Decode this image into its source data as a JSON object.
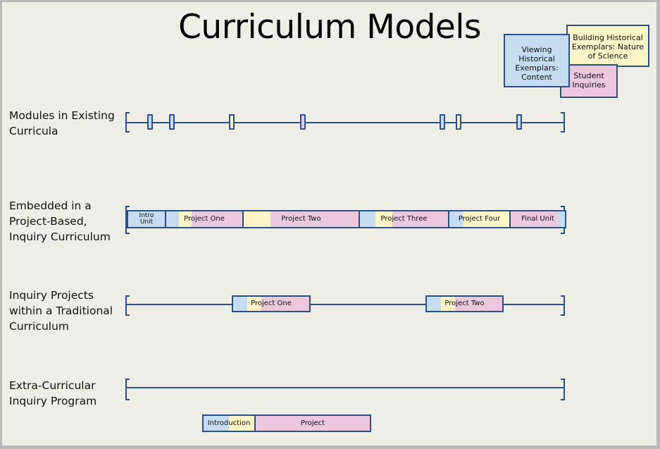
{
  "title": "Curriculum Models",
  "colors": {
    "line": "#2b4f86",
    "content_blue": "#c6dcf0",
    "nature_yellow": "#fdf4c8",
    "inquiry_pink": "#ecc8dd",
    "background": "#efeee6"
  },
  "legend": {
    "viewing": "Viewing Historical Exemplars: Content",
    "building": "Building Historical Exemplars: Nature of Science",
    "student": "Student Inquiries"
  },
  "rows": [
    {
      "label": "Modules in Existing Curricula"
    },
    {
      "label": "Embedded in a Project-Based, Inquiry Curriculum",
      "segments": [
        "Intro Unit",
        "Project One",
        "Project Two",
        "Project Three",
        "Project Four",
        "Final Unit"
      ]
    },
    {
      "label": "Inquiry Projects within a Traditional Curriculum",
      "segments": [
        "Project One",
        "Project Two"
      ]
    },
    {
      "label": "Extra-Curricular Inquiry Program",
      "segments": [
        "Introduction",
        "Project"
      ]
    }
  ]
}
